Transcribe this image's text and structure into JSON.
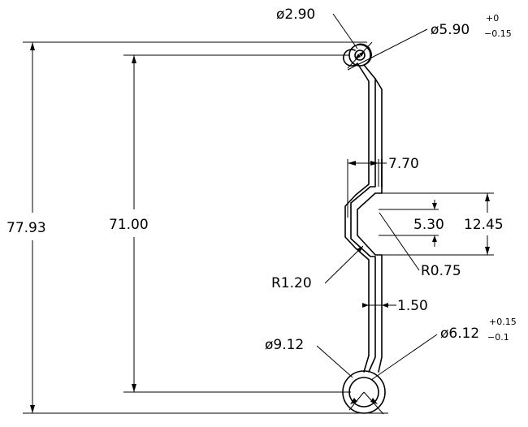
{
  "drawing": {
    "dimensions": {
      "overall_height": "77.93",
      "inner_height": "71.00",
      "top_hole_inner": "ø2.90",
      "top_hole_outer": "ø5.90",
      "top_hole_outer_tol_upper": "+0",
      "top_hole_outer_tol_lower": "−0.15",
      "offset_width": "7.70",
      "groove_outer": "12.45",
      "groove_inner": "5.30",
      "radius_outer": "R1.20",
      "radius_inner": "R0.75",
      "wall_thickness": "1.50",
      "bottom_hole_outer": "ø9.12",
      "bottom_hole_inner": "ø6.12",
      "bottom_hole_inner_tol_upper": "+0.15",
      "bottom_hole_inner_tol_lower": "−0.1"
    }
  }
}
